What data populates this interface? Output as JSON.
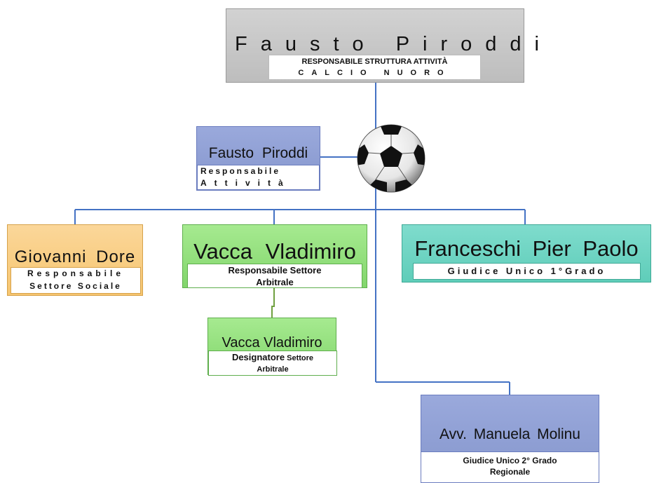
{
  "colors": {
    "connector": "#4472C4",
    "connector_green": "#70A040",
    "top_box": "#C8C8C8",
    "blue_box": "#8FA0D4",
    "orange_box": "#FAD08A",
    "green_box": "#8EE07A",
    "teal_box": "#6FD6C4"
  },
  "top": {
    "name": "Fausto Piroddi",
    "role_line1": "RESPONSABILE STRUTTURA ATTIVITÀ",
    "role_line2": "CALCIO NUORO"
  },
  "attivita": {
    "name": "Fausto Piroddi",
    "role_line1": "Responsabile",
    "role_line2": "Attività"
  },
  "sociale": {
    "name": "Giovanni Dore",
    "role_line1": "Responsabile",
    "role_line2": "Settore Sociale"
  },
  "arbitrale": {
    "name": "Vacca Vladimiro",
    "role_line1": "Responsabile Settore",
    "role_line2": "Arbitrale"
  },
  "designatore": {
    "name": "Vacca Vladimiro",
    "role_line1_bold": "Designatore",
    "role_line1_rest": " Settore",
    "role_line2": "Arbitrale"
  },
  "giudice1": {
    "name": "Franceschi Pier Paolo",
    "role": "Giudice Unico 1°Grado"
  },
  "giudice2": {
    "name": "Avv. Manuela Molinu",
    "role_line1": "Giudice Unico 2° Grado",
    "role_line2": "Regionale"
  },
  "ball_icon": "soccer-ball-icon"
}
